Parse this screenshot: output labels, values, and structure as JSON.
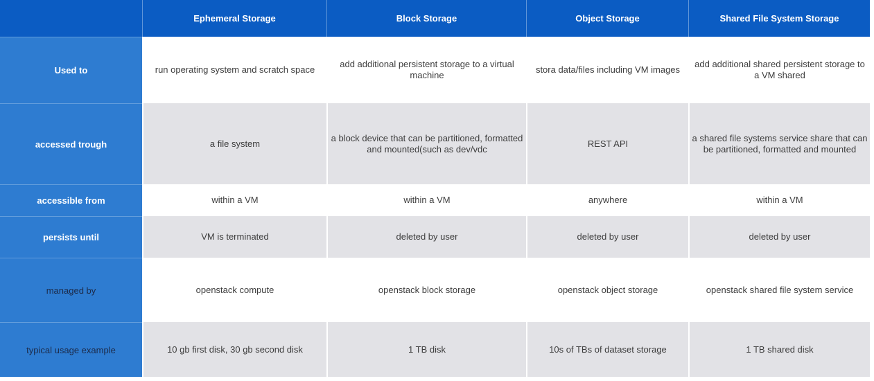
{
  "colors": {
    "header_bg": "#0B5CC3",
    "row_label_bg": "#2E7CD1",
    "zebra_row_bg": "#E2E2E6",
    "plain_row_bg": "#FFFFFF",
    "header_text": "#FFFFFF",
    "body_text": "#3D3D3D",
    "dark_label_text": "#1C2B4A"
  },
  "table": {
    "columns": [
      "",
      "Ephemeral Storage",
      "Block Storage",
      "Object Storage",
      "Shared File System Storage"
    ],
    "rows": [
      {
        "label": "Used to",
        "cells": [
          "run operating system and scratch space",
          "add additional persistent storage to a virtual machine",
          "stora data/files including VM images",
          "add additional shared persistent storage to a VM shared"
        ]
      },
      {
        "label": "accessed trough",
        "cells": [
          "a file system",
          "a block device that can be partitioned, formatted and mounted(such as dev/vdc",
          "REST API",
          "a shared file systems service share that can be partitioned, formatted and mounted"
        ]
      },
      {
        "label": "accessible from",
        "cells": [
          "within a VM",
          "within a VM",
          "anywhere",
          "within a VM"
        ]
      },
      {
        "label": "persists until",
        "cells": [
          "VM is terminated",
          "deleted by user",
          "deleted by user",
          "deleted by user"
        ]
      },
      {
        "label": "managed by",
        "cells": [
          "openstack compute",
          "openstack block storage",
          "openstack object storage",
          "openstack shared file system service"
        ]
      },
      {
        "label": "typical usage example",
        "cells": [
          "10 gb first disk, 30 gb second disk",
          "1 TB disk",
          "10s of TBs of dataset storage",
          "1 TB shared disk"
        ]
      }
    ]
  }
}
